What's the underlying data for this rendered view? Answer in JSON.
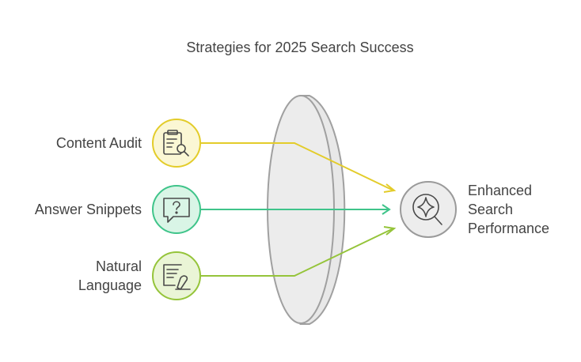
{
  "title": "Strategies for 2025 Search Success",
  "inputs": [
    {
      "id": "content-audit",
      "label": "Content Audit",
      "icon": "clipboard-search-icon",
      "color": "#e3cc2a",
      "fill": "#fbf7d4"
    },
    {
      "id": "answer-snippets",
      "label": "Answer Snippets",
      "icon": "question-message-icon",
      "color": "#3fc48a",
      "fill": "#d9f5e6"
    },
    {
      "id": "natural-language",
      "label_lines": [
        "Natural",
        "Language"
      ],
      "icon": "document-pen-icon",
      "color": "#95c43a",
      "fill": "#eaf5d6"
    }
  ],
  "output": {
    "label_lines": [
      "Enhanced",
      "Search",
      "Performance"
    ],
    "icon": "magnify-sparkle-icon",
    "color": "#9a9a9a"
  },
  "lens": {
    "name": "lens",
    "color": "#9a9a9a"
  }
}
